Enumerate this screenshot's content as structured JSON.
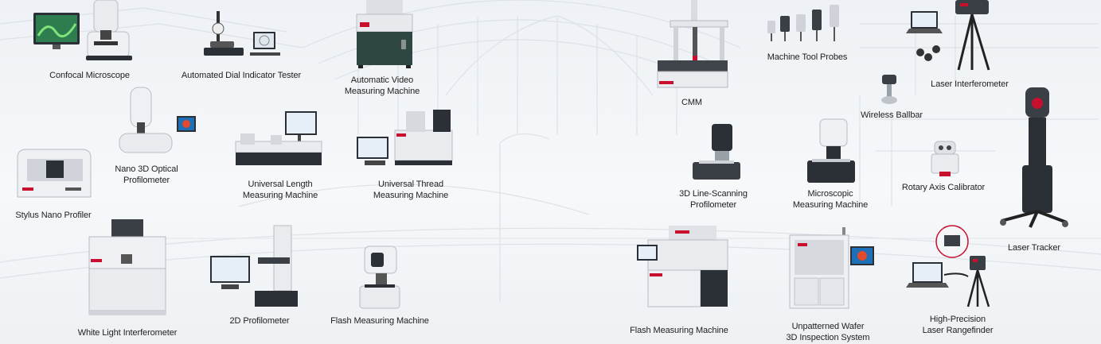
{
  "products": [
    {
      "id": "confocal",
      "caption": [
        "Confocal Microscope"
      ]
    },
    {
      "id": "dial",
      "caption": [
        "Automated Dial Indicator Tester"
      ]
    },
    {
      "id": "video",
      "caption": [
        "Automatic Video",
        "Measuring Machine"
      ]
    },
    {
      "id": "cmm",
      "caption": [
        "CMM"
      ]
    },
    {
      "id": "probes",
      "caption": [
        "Machine Tool Probes"
      ]
    },
    {
      "id": "interf",
      "caption": [
        "Laser Interferometer"
      ]
    },
    {
      "id": "ballbar",
      "caption": [
        "Wireless Ballbar"
      ]
    },
    {
      "id": "nano3d",
      "caption": [
        "Nano 3D Optical",
        "Profilometer"
      ]
    },
    {
      "id": "ulm",
      "caption": [
        "Universal Length",
        "Measuring Machine"
      ]
    },
    {
      "id": "utm",
      "caption": [
        "Universal Thread",
        "Measuring Machine"
      ]
    },
    {
      "id": "stylus",
      "caption": [
        "Stylus Nano Profiler"
      ]
    },
    {
      "id": "line3d",
      "caption": [
        "3D Line-Scanning",
        "Profilometer"
      ]
    },
    {
      "id": "micro",
      "caption": [
        "Microscopic",
        "Measuring Machine"
      ]
    },
    {
      "id": "rotary",
      "caption": [
        "Rotary Axis Calibrator"
      ]
    },
    {
      "id": "tracker",
      "caption": [
        "Laser Tracker"
      ]
    },
    {
      "id": "wli",
      "caption": [
        "White Light Interferometer"
      ]
    },
    {
      "id": "prof2d",
      "caption": [
        "2D Profilometer"
      ]
    },
    {
      "id": "flash1",
      "caption": [
        "Flash Measuring Machine"
      ]
    },
    {
      "id": "flash2",
      "caption": [
        "Flash Measuring Machine"
      ]
    },
    {
      "id": "wafer",
      "caption": [
        "Unpatterned Wafer",
        "3D Inspection System"
      ]
    },
    {
      "id": "range",
      "caption": [
        "High-Precision",
        "Laser Rangefinder"
      ]
    }
  ],
  "colors": {
    "text": "#1e1e1e",
    "brand": "#c8102e",
    "machine": "#e9ebee",
    "dark": "#2b2f36",
    "screen": "#1d6fb8",
    "bg": "#f3f5f8"
  }
}
